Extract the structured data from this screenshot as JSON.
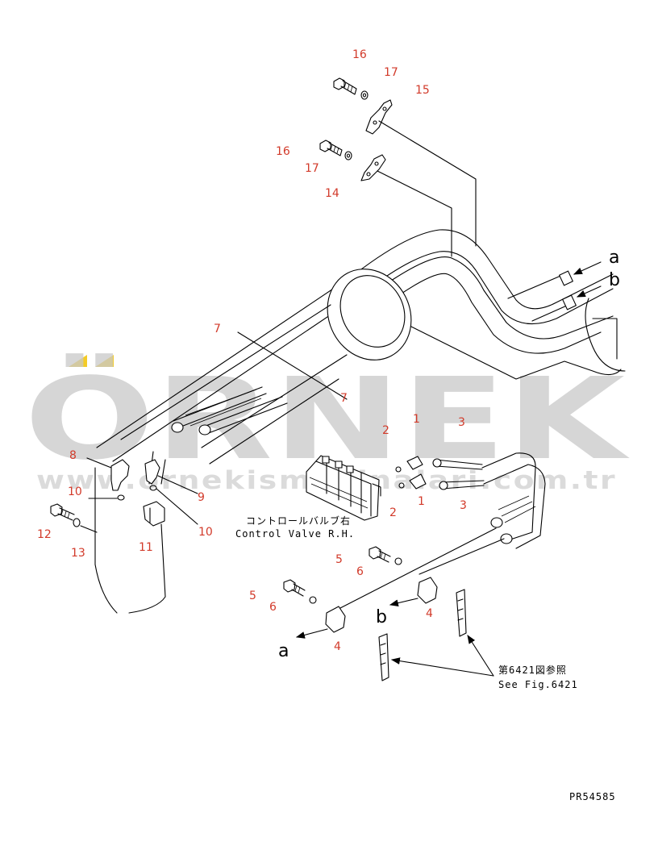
{
  "callouts": {
    "c16a": "16",
    "c17a": "17",
    "c15": "15",
    "c16b": "16",
    "c17b": "17",
    "c14": "14",
    "c7a": "7",
    "c7b": "7",
    "c8": "8",
    "c10a": "10",
    "c9": "9",
    "c10b": "10",
    "c12": "12",
    "c13": "13",
    "c11": "11",
    "c2a": "2",
    "c1a": "1",
    "c3a": "3",
    "c2b": "2",
    "c1b": "1",
    "c3b": "3",
    "c5a": "5",
    "c6a": "6",
    "c5b": "5",
    "c6b": "6",
    "c4a": "4",
    "c4b": "4"
  },
  "letters": {
    "a_top": "a",
    "b_top": "b",
    "a_bottom": "a",
    "b_bottom": "b"
  },
  "control_valve": {
    "jp": "コントロールバルブ右",
    "en": "Control Valve R.H."
  },
  "see_fig": {
    "jp": "第6421図参照",
    "en": "See Fig.6421"
  },
  "part_number": "PR54585",
  "watermark": {
    "brand": "ÖRNEK",
    "url": "www.ornekismakinalari.com.tr",
    "accent_color": "#f2c200"
  }
}
